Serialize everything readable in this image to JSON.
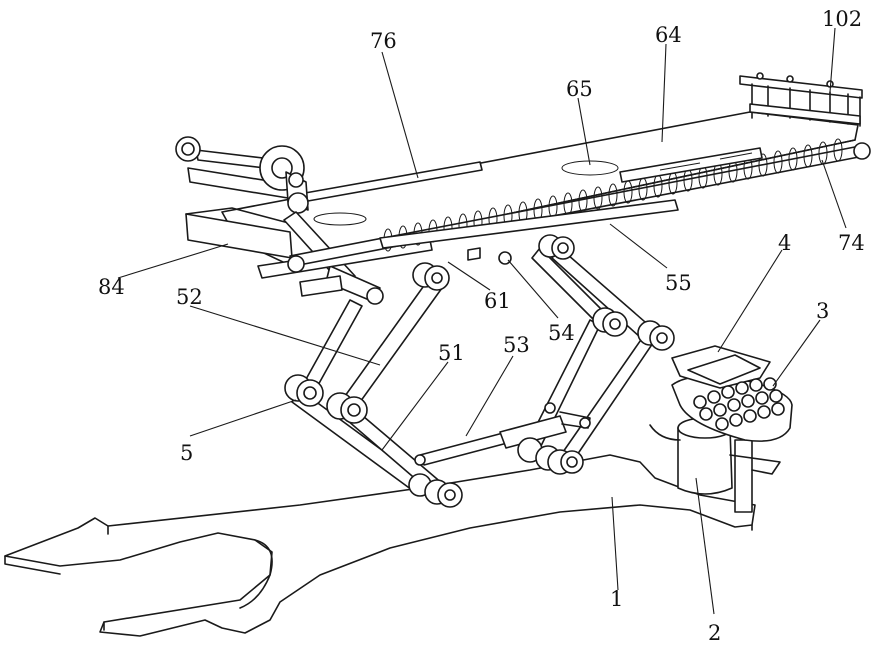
{
  "labels": {
    "l102": "102",
    "l64": "64",
    "l76": "76",
    "l65": "65",
    "l74": "74",
    "l84": "84",
    "l55": "55",
    "l61": "61",
    "l52": "52",
    "l54": "54",
    "l4": "4",
    "l3": "3",
    "l53": "53",
    "l51": "51",
    "l5": "5",
    "l1": "1",
    "l2": "2"
  }
}
